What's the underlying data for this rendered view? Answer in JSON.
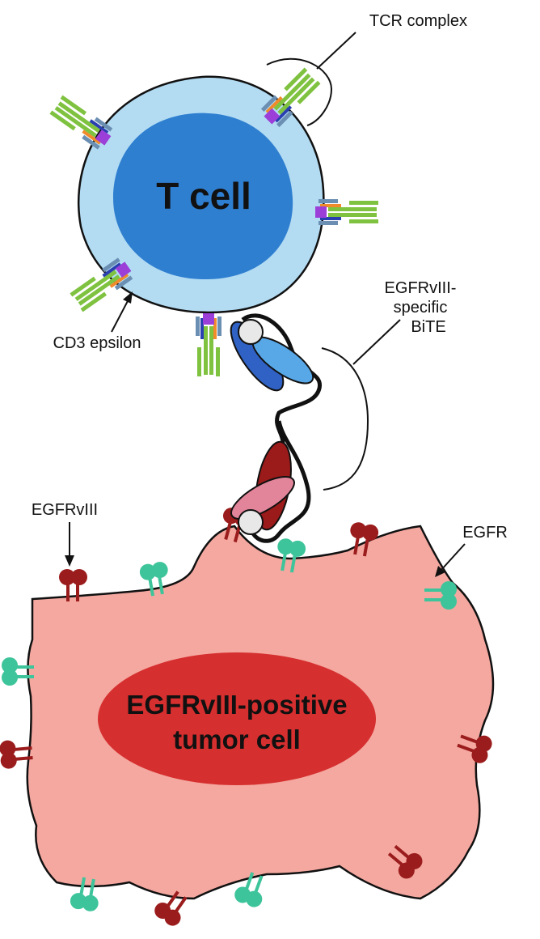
{
  "labels": {
    "tcr_complex": "TCR complex",
    "t_cell": "T cell",
    "cd3_epsilon": "CD3 epsilon",
    "bite_line1": "EGFRvIII-",
    "bite_line2": "specific",
    "bite_line3": "BiTE",
    "egfrviii": "EGFRvIII",
    "egfr": "EGFR",
    "tumor_line1": "EGFRvIII-positive",
    "tumor_line2": "tumor cell"
  },
  "colors": {
    "t_cell_outer": "#b3dcf3",
    "t_cell_nucleus": "#2f7fd0",
    "tumor_cell": "#f4a8a0",
    "tumor_nucleus": "#d62f2f",
    "tcr_green": "#7fc240",
    "cd3_gray_blue": "#6b8fb3",
    "cd3_orange": "#f08a2a",
    "cd3_purple": "#9b3fd8",
    "cd3_dark_blue": "#2a3fb0",
    "bite_blue": "#2f62c4",
    "bite_light_blue": "#58a8e8",
    "bite_dark_red": "#9b1a1a",
    "bite_pink": "#e3859a",
    "egfrviii_red": "#9b1c1c",
    "egfr_teal": "#3ec49a"
  }
}
